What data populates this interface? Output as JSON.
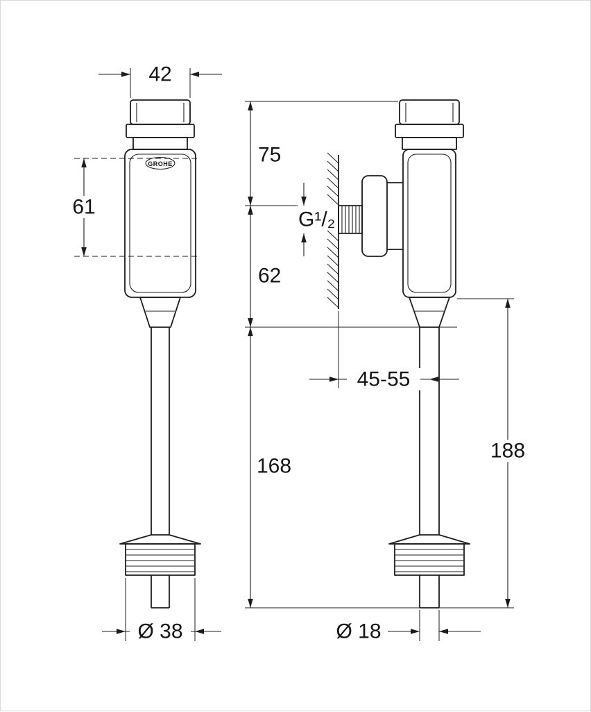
{
  "drawing": {
    "brand": "GROHE",
    "dims": {
      "top_width": "42",
      "body_height": "61",
      "upper_section": "75",
      "thread": "G¹/₂",
      "mid_section": "62",
      "wall_distance": "45-55",
      "pipe_length": "168",
      "overall_lower": "188",
      "nut_diameter": "Ø 38",
      "pipe_diameter": "Ø 18"
    }
  }
}
